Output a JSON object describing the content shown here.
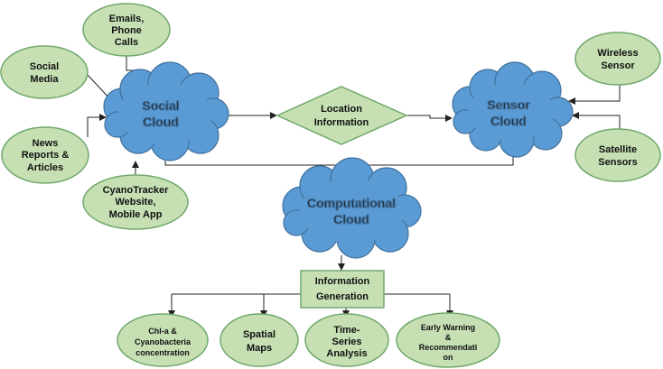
{
  "diagram": {
    "social_cloud": [
      "Social",
      "Cloud"
    ],
    "sensor_cloud": [
      "Sensor",
      "Cloud"
    ],
    "computational_cloud": [
      "Computational",
      "Cloud"
    ],
    "location_information": [
      "Location",
      "Information"
    ],
    "information_generation": [
      "Information",
      "Generation"
    ],
    "sources": {
      "emails": [
        "Emails,",
        "Phone",
        "Calls"
      ],
      "social_media": [
        "Social",
        "Media"
      ],
      "news": [
        "News",
        "Reports &",
        "Articles"
      ],
      "cyanotracker": [
        "CyanoTracker",
        "Website,",
        "Mobile App"
      ],
      "wireless": [
        "Wireless",
        "Sensor"
      ],
      "satellite": [
        "Satellite",
        "Sensors"
      ]
    },
    "outputs": {
      "chla": [
        "Chl-a &",
        "Cyanobacteria",
        "concentration"
      ],
      "spatial": [
        "Spatial",
        "Maps"
      ],
      "timeseries": [
        "Time-",
        "Series",
        "Analysis"
      ],
      "early_warning": [
        "Early Warning",
        "&",
        "Recommendati",
        "on"
      ]
    },
    "colors": {
      "cloud_fill": "#5b9bd5",
      "cloud_stroke": "#41719c",
      "node_fill": "#c6e0b4",
      "node_stroke": "#70a86b",
      "line": "#222222"
    }
  }
}
